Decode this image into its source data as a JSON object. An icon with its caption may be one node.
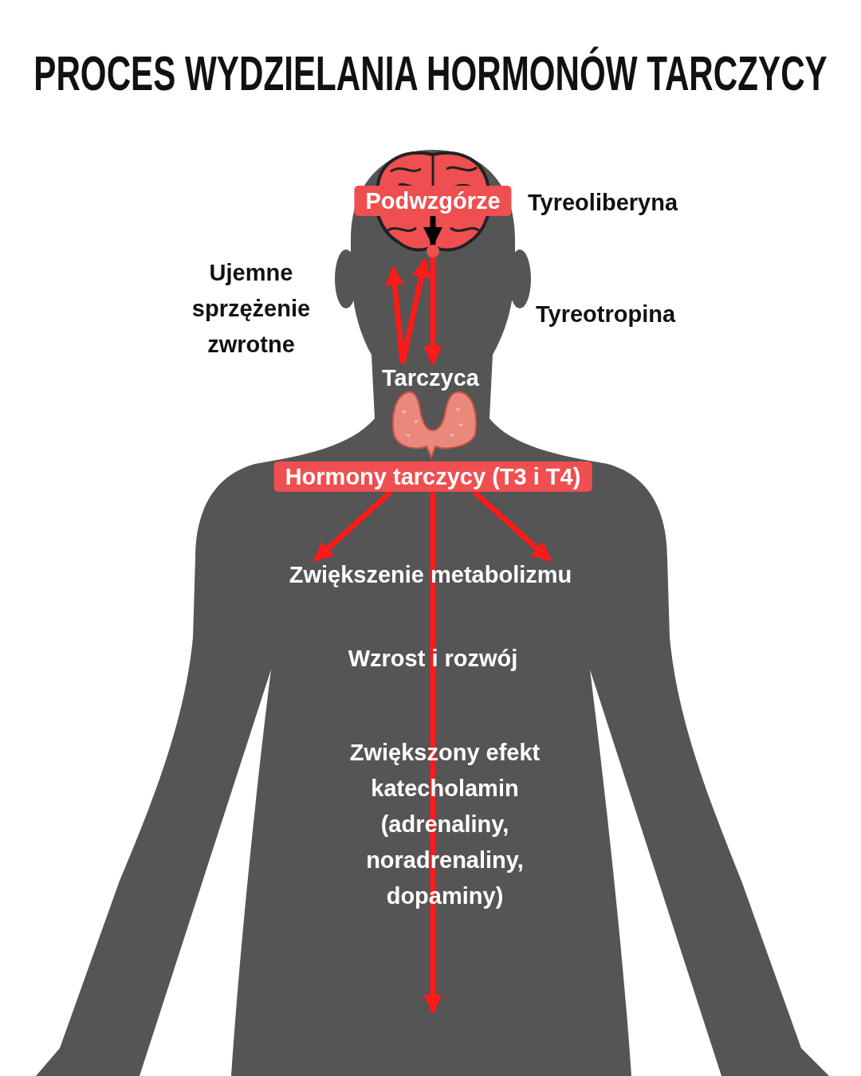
{
  "diagram": {
    "title": "PROCES WYDZIELANIA HORMONÓW TARCZYCY",
    "nodes": [
      {
        "text": [
          "Podwzgórze"
        ],
        "beside": [
          "Tyreoliberyna"
        ]
      },
      {
        "text": [],
        "shape": "circle"
      },
      {
        "text": [
          "Tarczyca"
        ]
      },
      {
        "text": [
          "Hormony tarczycy (T3 i T4)"
        ]
      },
      {
        "text": [
          "Zwiększenie metabolizmu"
        ]
      },
      {
        "text": [
          "Wzrost i rozwój"
        ]
      },
      {
        "text": [
          "Zwiększony efekt katecholamin (adrenaliny, noradrenaliny, dopaminy)"
        ]
      }
    ],
    "edges": [
      {
        "from": 0,
        "to": 1,
        "arrow": "to",
        "color": "#000000"
      },
      {
        "from": 1,
        "to": 2,
        "arrow": "to"
      },
      {
        "from": 2,
        "to": 1,
        "arrow": "to"
      },
      {
        "from": 2,
        "to": 1,
        "arrow": "to"
      },
      {
        "from": 3,
        "to": 4,
        "arrow": "to"
      },
      {
        "from": 3,
        "to": 4,
        "arrow": "to"
      },
      {
        "from": 3,
        "to": null,
        "arrow": "to"
      }
    ],
    "labels": [
      "Ujemne sprzężenie zwrotne",
      "Tyreotropina"
    ]
  }
}
